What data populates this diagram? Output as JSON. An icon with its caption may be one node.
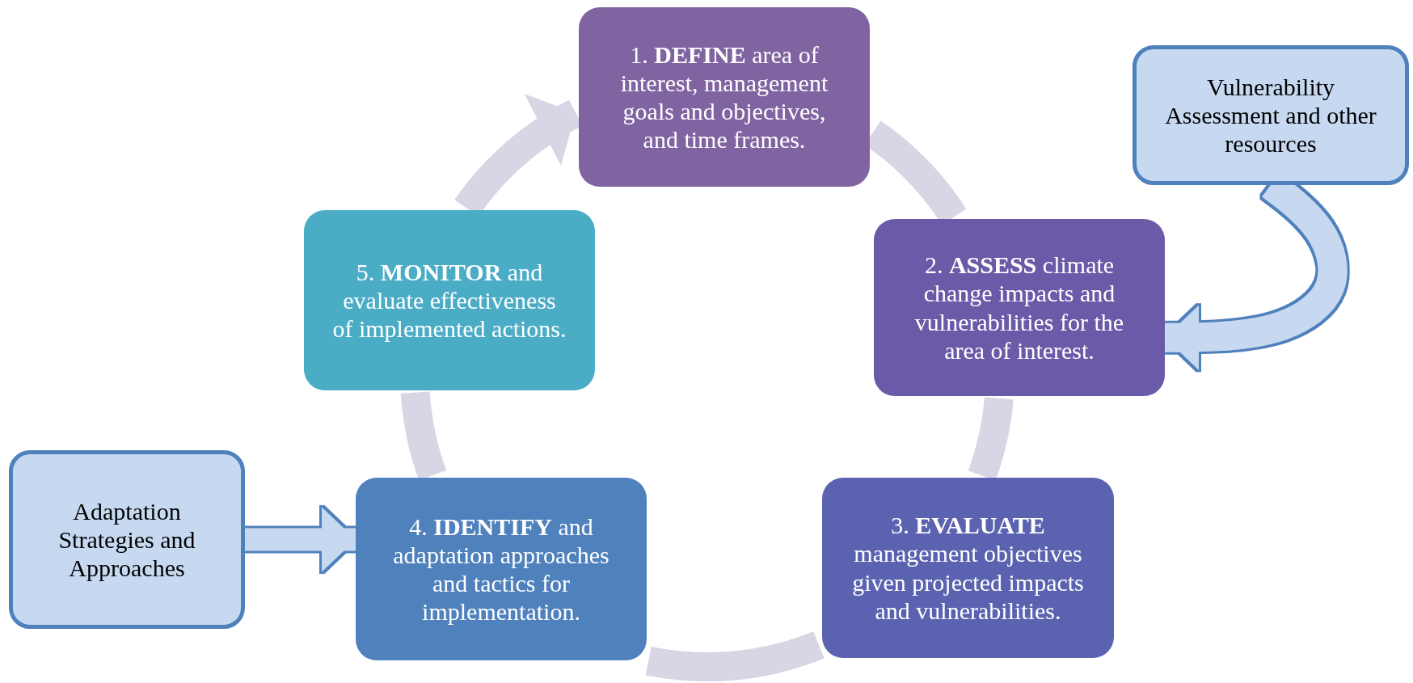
{
  "diagram": {
    "nodes": [
      {
        "text": [
          "1. **DEFINE** area of interest, management goals and objectives, and time frames."
        ]
      },
      {
        "text": [
          "2. **ASSESS** climate change impacts and vulnerabilities for the area of interest."
        ]
      },
      {
        "text": [
          "3. **EVALUATE** management objectives given projected impacts and vulnerabilities."
        ]
      },
      {
        "text": [
          "4. **IDENTIFY** and adaptation approaches and tactics for implementation."
        ]
      },
      {
        "text": [
          "5. **MONITOR** and evaluate effectiveness of implemented actions."
        ]
      },
      {
        "text": [
          "Vulnerability Assessment and other resources"
        ]
      },
      {
        "text": [
          "Adaptation Strategies and Approaches"
        ]
      }
    ],
    "edges": [
      {
        "from": 0,
        "to": 1,
        "arrow": "none"
      },
      {
        "from": 1,
        "to": 2,
        "arrow": "none"
      },
      {
        "from": 2,
        "to": 3,
        "arrow": "none"
      },
      {
        "from": 3,
        "to": 4,
        "arrow": "none"
      },
      {
        "from": 4,
        "to": 0,
        "arrow": "to"
      },
      {
        "from": 5,
        "to": 1,
        "arrow": "to",
        "color": "#c6d9f1"
      },
      {
        "from": 6,
        "to": 3,
        "arrow": "to",
        "color": "#c6d9f1"
      }
    ]
  }
}
